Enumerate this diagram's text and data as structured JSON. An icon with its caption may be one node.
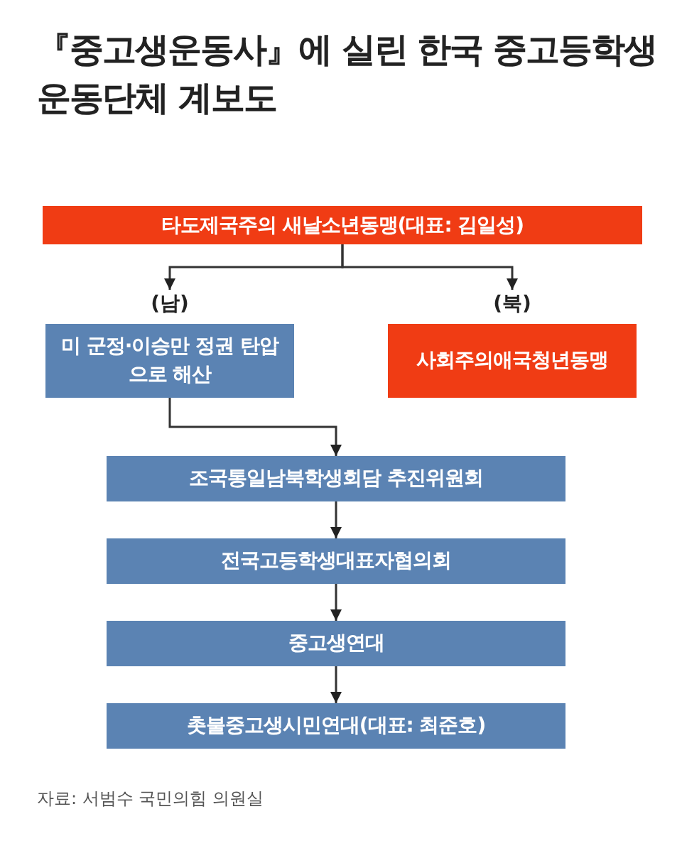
{
  "diagram": {
    "title": "『중고생운동사』에 실린 한국 중고등학생 운동단체 계보도",
    "nodes": [
      {
        "text": [
          "타도제국주의 새날소년동맹(대표: 김일성)"
        ]
      },
      {
        "text": [
          "미 군정·이승만 정권 탄압으로 해산"
        ],
        "beside": [
          "(남)"
        ]
      },
      {
        "text": [
          "사회주의애국청년동맹"
        ],
        "beside": [
          "(북)"
        ]
      },
      {
        "text": [
          "조국통일남북학생회담 추진위원회"
        ]
      },
      {
        "text": [
          "전국고등학생대표자협의회"
        ]
      },
      {
        "text": [
          "중고생연대"
        ]
      },
      {
        "text": [
          "촛불중고생시민연대(대표: 최준호)"
        ]
      }
    ],
    "edges": [
      {
        "from": 0,
        "to": 1,
        "arrow": "to"
      },
      {
        "from": 0,
        "to": 2,
        "arrow": "to"
      },
      {
        "from": 1,
        "to": 3,
        "arrow": "to"
      },
      {
        "from": 3,
        "to": 4,
        "arrow": "to"
      },
      {
        "from": 4,
        "to": 5,
        "arrow": "to"
      },
      {
        "from": 5,
        "to": 6,
        "arrow": "to"
      }
    ],
    "labels": [
      "자료: 서범수 국민의힘 의원실"
    ]
  }
}
